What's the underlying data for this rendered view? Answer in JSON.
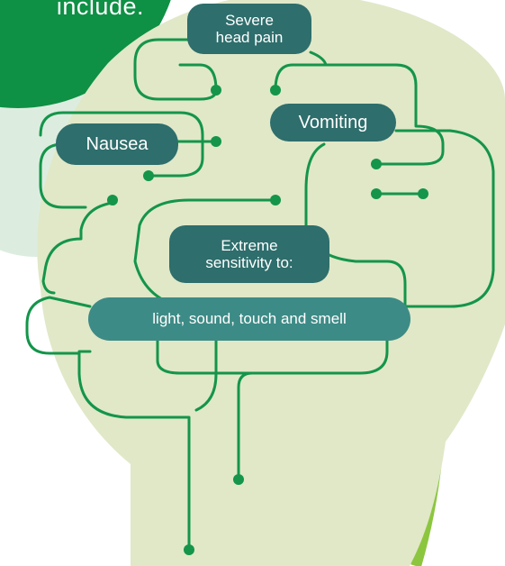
{
  "intro": {
    "text": "include."
  },
  "labels": {
    "severe_line1": "Severe",
    "severe_line2": "head pain",
    "vomiting": "Vomiting",
    "nausea": "Nausea",
    "extreme_line1": "Extreme",
    "extreme_line2": "sensitivity to:",
    "senses": "light, sound, touch and smell"
  },
  "colors": {
    "head": "#e0e8c8",
    "circuit": "#14954a",
    "pill_dark": "#2e6e6c",
    "pill_mid": "#3d8b86",
    "intro_circle": "#0e9045",
    "pale_circle": "#dcede0",
    "neck_stripe": "#8cc63f"
  }
}
